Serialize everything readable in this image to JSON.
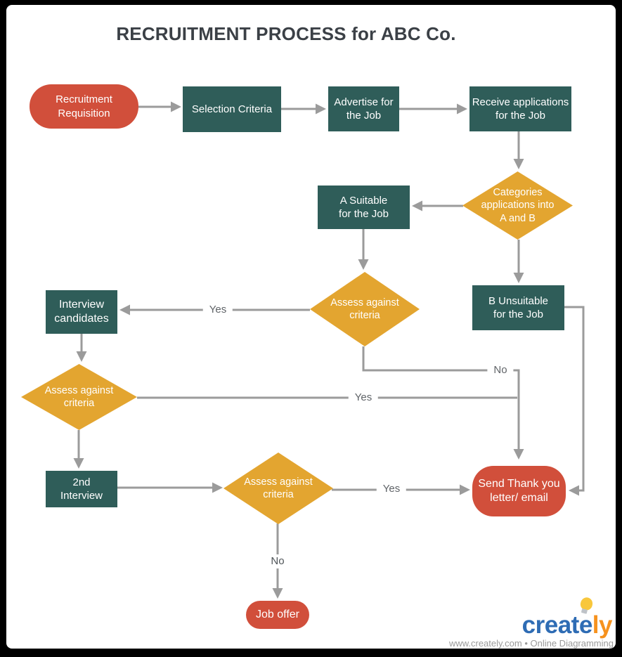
{
  "title": "RECRUITMENT PROCESS for ABC Co.",
  "colors": {
    "terminator_fill": "#D14F3B",
    "process_fill": "#2F5D59",
    "decision_fill": "#E3A530",
    "connector": "#9B9B9B",
    "label_color": "#606468",
    "title_color": "#3B4046",
    "logo_blue": "#2E6CB4",
    "logo_orange": "#F6921E"
  },
  "nodes": {
    "recruitment_requisition": {
      "label": "Recruitment Requisition",
      "type": "terminator"
    },
    "selection_criteria": {
      "label": "Selection Criteria",
      "type": "process"
    },
    "advertise_job": {
      "label": "Advertise for the Job",
      "type": "process"
    },
    "receive_applications": {
      "label": "Receive applications for the Job",
      "type": "process"
    },
    "categorize_applications": {
      "label": "Categories applications into A and B",
      "type": "decision"
    },
    "a_suitable": {
      "label": "A Suitable for the Job",
      "type": "process"
    },
    "b_unsuitable": {
      "label": "B Unsuitable for the Job",
      "type": "process"
    },
    "assess_criteria_1": {
      "label": "Assess against criteria",
      "type": "decision"
    },
    "interview_candidates": {
      "label": "Interview candidates",
      "type": "process"
    },
    "assess_criteria_2": {
      "label": "Assess against criteria",
      "type": "decision"
    },
    "second_interview": {
      "label": "2nd Interview",
      "type": "process"
    },
    "assess_criteria_3": {
      "label": "Assess against criteria",
      "type": "decision"
    },
    "send_thank_you": {
      "label": "Send Thank you letter/ email",
      "type": "terminator"
    },
    "job_offer": {
      "label": "Job offer",
      "type": "terminator"
    }
  },
  "edge_labels": {
    "assess1_yes": "Yes",
    "assess1_no": "No",
    "assess2_yes": "Yes",
    "assess3_yes": "Yes",
    "assess3_no": "No"
  },
  "footer": {
    "logo_part1": "create",
    "logo_part2": "ly",
    "tagline": "www.creately.com • Online Diagramming"
  }
}
